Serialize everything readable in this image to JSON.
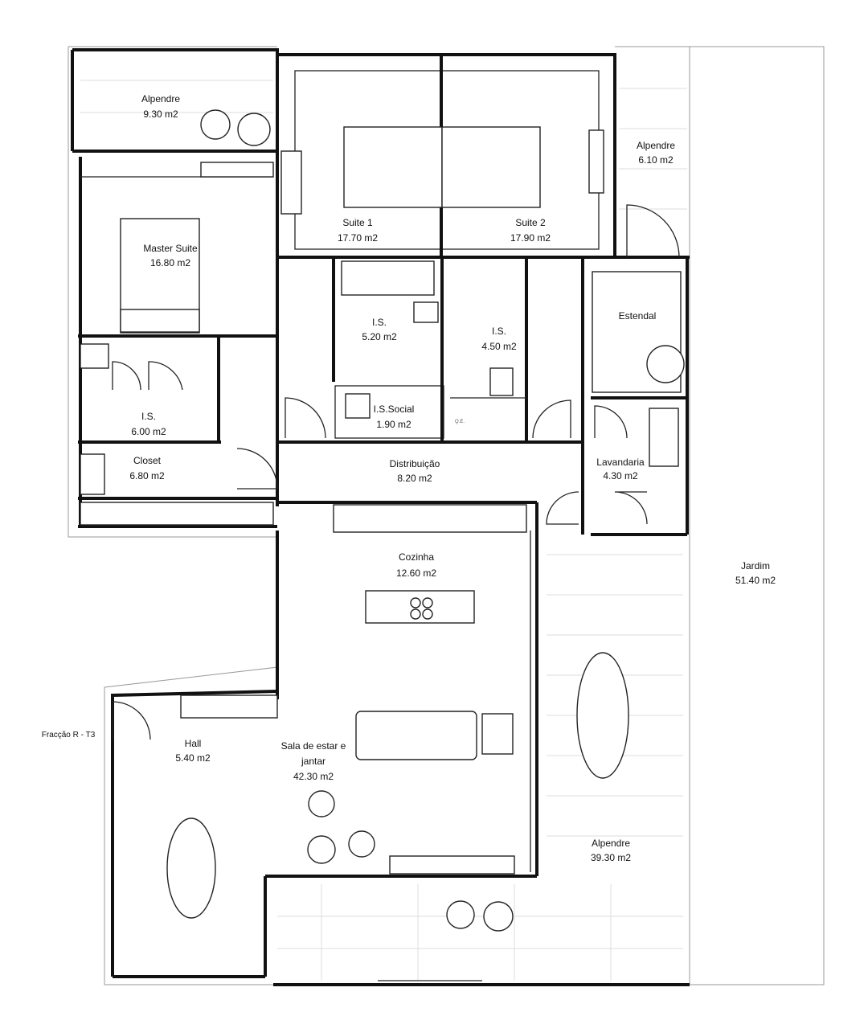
{
  "plan_title": "Fracção R - T3",
  "rooms": {
    "alpendre_top_left": {
      "name": "Alpendre",
      "area": "9.30 m2"
    },
    "master_suite": {
      "name": "Master Suite",
      "area": "16.80 m2"
    },
    "is_master": {
      "name": "I.S.",
      "area": "6.00 m2"
    },
    "closet": {
      "name": "Closet",
      "area": "6.80 m2"
    },
    "suite1": {
      "name": "Suite 1",
      "area": "17.70 m2"
    },
    "suite2": {
      "name": "Suite 2",
      "area": "17.90 m2"
    },
    "alpendre_right": {
      "name": "Alpendre",
      "area": "6.10 m2"
    },
    "is_suite1": {
      "name": "I.S.",
      "area": "5.20 m2"
    },
    "is_suite2": {
      "name": "I.S.",
      "area": "4.50 m2"
    },
    "is_social": {
      "name": "I.S.Social",
      "area": "1.90 m2"
    },
    "estendal": {
      "name": "Estendal"
    },
    "distribuicao": {
      "name": "Distribuição",
      "area": "8.20 m2"
    },
    "lavandaria": {
      "name": "Lavandaria",
      "area": "4.30 m2"
    },
    "cozinha": {
      "name": "Cozinha",
      "area": "12.60 m2"
    },
    "jardim": {
      "name": "Jardim",
      "area": "51.40 m2"
    },
    "hall": {
      "name": "Hall",
      "area": "5.40 m2"
    },
    "sala": {
      "name_line1": "Sala de estar e",
      "name_line2": "jantar",
      "area": "42.30 m2"
    },
    "alpendre_bottom": {
      "name": "Alpendre",
      "area": "39.30 m2"
    }
  },
  "qe_label": "Q.E."
}
